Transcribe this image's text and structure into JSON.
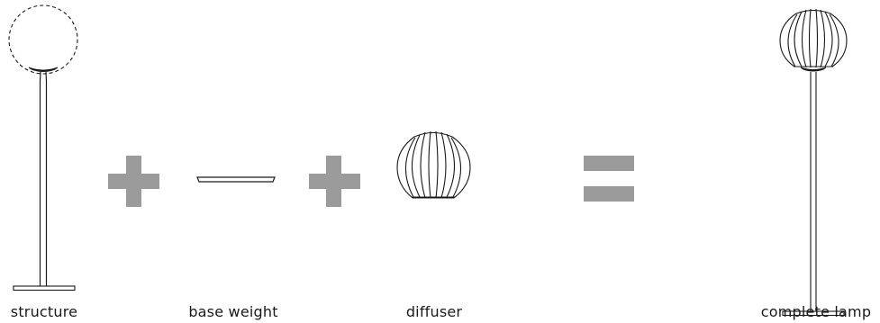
{
  "labels": {
    "structure": "structure",
    "base_weight": "base weight",
    "diffuser": "diffuser",
    "complete_lamp": "complete lamp"
  },
  "colors": {
    "line": "#1a1a1a",
    "operator": "#9b9b9b"
  },
  "operators": [
    "plus",
    "plus",
    "equals"
  ]
}
